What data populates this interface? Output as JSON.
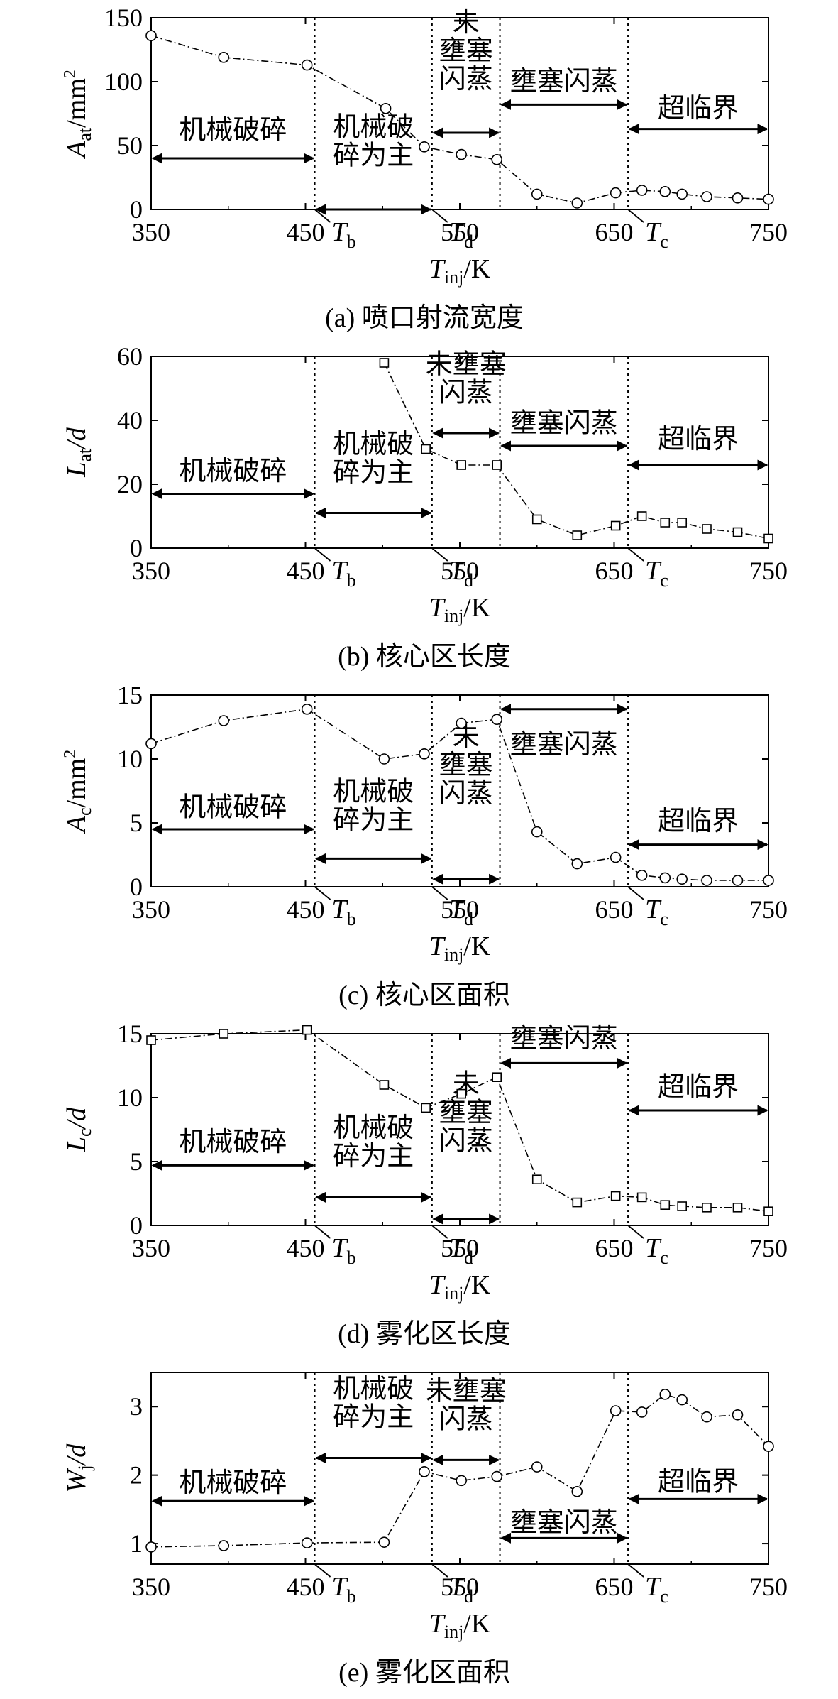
{
  "chart_data": [
    {
      "panel": "a",
      "type": "line",
      "caption": "(a) 喷口射流宽度",
      "ylabel_main": "A",
      "ylabel_sub": "at",
      "ylabel_unit": "/mm",
      "ylabel_sup": "2",
      "xlabel_main": "T",
      "xlabel_sub": "inj",
      "xlabel_unit": "/K",
      "xlim": [
        350,
        750
      ],
      "ylim": [
        0,
        150
      ],
      "xticks": [
        "350",
        "450",
        "550",
        "650",
        "750"
      ],
      "yticks": [
        "0",
        "50",
        "100",
        "150"
      ],
      "marker": "circle",
      "series": [
        {
          "x": [
            350,
            397,
            451,
            502,
            527,
            551,
            574,
            600,
            626,
            651,
            668,
            683,
            694,
            710,
            730,
            750
          ],
          "y": [
            136,
            119,
            113,
            79,
            49,
            43,
            39,
            12,
            5,
            13,
            15,
            14,
            12,
            10,
            9,
            8
          ]
        }
      ],
      "regions": [
        {
          "text": "机械破碎",
          "lines": [
            "机械破碎"
          ],
          "from": 350,
          "to": 456,
          "arrow_y": 40,
          "text_y": 62
        },
        {
          "text": "机械破碎为主",
          "lines": [
            "机械破",
            "碎为主"
          ],
          "from": 456,
          "to": 532,
          "arrow_y": 0,
          "text_y": 53
        },
        {
          "text": "未壅塞闪蒸",
          "lines": [
            "未",
            "壅塞",
            "闪蒸"
          ],
          "from": 532,
          "to": 576,
          "arrow_y": 60,
          "text_y": 124
        },
        {
          "text": "壅塞闪蒸",
          "lines": [
            "壅塞闪蒸"
          ],
          "from": 576,
          "to": 659,
          "arrow_y": 82,
          "text_y": 100
        },
        {
          "text": "超临界",
          "lines": [
            "超临界"
          ],
          "from": 659,
          "to": 750,
          "arrow_y": 63,
          "text_y": 79
        }
      ],
      "vlines": [
        456,
        532,
        576,
        659
      ],
      "temp_labels": [
        {
          "main": "T",
          "sub": "b",
          "x": 456
        },
        {
          "main": "T",
          "sub": "d",
          "x": 532
        },
        {
          "main": "T",
          "sub": "c",
          "x": 659
        }
      ]
    },
    {
      "panel": "b",
      "type": "line",
      "caption": "(b) 核心区长度",
      "ylabel_main": "L",
      "ylabel_sub": "at",
      "ylabel_unit": "/d",
      "ylabel_sup": "",
      "xlabel_main": "T",
      "xlabel_sub": "inj",
      "xlabel_unit": "/K",
      "xlim": [
        350,
        750
      ],
      "ylim": [
        0,
        60
      ],
      "xticks": [
        "350",
        "450",
        "550",
        "650",
        "750"
      ],
      "yticks": [
        "0",
        "20",
        "40",
        "60"
      ],
      "marker": "square",
      "series": [
        {
          "x": [
            501,
            528,
            551,
            574,
            600,
            626,
            651,
            668,
            683,
            694,
            710,
            730,
            750
          ],
          "y": [
            58,
            31,
            26,
            26,
            9,
            4,
            7,
            10,
            8,
            8,
            6,
            5,
            3
          ]
        }
      ],
      "regions": [
        {
          "text": "机械破碎",
          "lines": [
            "机械破碎"
          ],
          "from": 350,
          "to": 456,
          "arrow_y": 17,
          "text_y": 24
        },
        {
          "text": "机械破碎为主",
          "lines": [
            "机械破",
            "碎为主"
          ],
          "from": 456,
          "to": 532,
          "arrow_y": 11,
          "text_y": 28
        },
        {
          "text": "未壅塞闪蒸",
          "lines": [
            "未壅塞",
            "闪蒸"
          ],
          "from": 532,
          "to": 576,
          "arrow_y": 36,
          "text_y": 53
        },
        {
          "text": "壅塞闪蒸",
          "lines": [
            "壅塞闪蒸"
          ],
          "from": 576,
          "to": 659,
          "arrow_y": 32,
          "text_y": 39
        },
        {
          "text": "超临界",
          "lines": [
            "超临界"
          ],
          "from": 659,
          "to": 750,
          "arrow_y": 26,
          "text_y": 34
        }
      ],
      "vlines": [
        456,
        532,
        576,
        659
      ],
      "temp_labels": [
        {
          "main": "T",
          "sub": "b",
          "x": 456
        },
        {
          "main": "T",
          "sub": "d",
          "x": 532
        },
        {
          "main": "T",
          "sub": "c",
          "x": 659
        }
      ]
    },
    {
      "panel": "c",
      "type": "line",
      "caption": "(c) 核心区面积",
      "ylabel_main": "A",
      "ylabel_sub": "c",
      "ylabel_unit": "/mm",
      "ylabel_sup": "2",
      "xlabel_main": "T",
      "xlabel_sub": "inj",
      "xlabel_unit": "/K",
      "xlim": [
        350,
        750
      ],
      "ylim": [
        0,
        15
      ],
      "xticks": [
        "350",
        "450",
        "550",
        "650",
        "750"
      ],
      "yticks": [
        "0",
        "5",
        "10",
        "15"
      ],
      "marker": "circle",
      "series": [
        {
          "x": [
            350,
            397,
            451,
            501,
            527,
            551,
            574,
            600,
            626,
            651,
            668,
            683,
            694,
            710,
            730,
            750
          ],
          "y": [
            11.2,
            13.0,
            13.9,
            10.0,
            10.4,
            12.8,
            13.1,
            4.3,
            1.8,
            2.3,
            0.9,
            0.7,
            0.6,
            0.5,
            0.5,
            0.5
          ]
        }
      ],
      "regions": [
        {
          "text": "机械破碎",
          "lines": [
            "机械破碎"
          ],
          "from": 350,
          "to": 456,
          "arrow_y": 4.5,
          "text_y": 6.2
        },
        {
          "text": "机械破碎为主",
          "lines": [
            "机械破",
            "碎为主"
          ],
          "from": 456,
          "to": 532,
          "arrow_y": 2.2,
          "text_y": 6.3
        },
        {
          "text": "未壅塞闪蒸",
          "lines": [
            "未",
            "壅塞",
            "闪蒸"
          ],
          "from": 532,
          "to": 576,
          "arrow_y": 0.6,
          "text_y": 9.5
        },
        {
          "text": "壅塞闪蒸",
          "lines": [
            "壅塞闪蒸"
          ],
          "from": 576,
          "to": 659,
          "arrow_y": 13.9,
          "text_y": 11.1
        },
        {
          "text": "超临界",
          "lines": [
            "超临界"
          ],
          "from": 659,
          "to": 750,
          "arrow_y": 3.3,
          "text_y": 5.1
        }
      ],
      "vlines": [
        456,
        532,
        576,
        659
      ],
      "temp_labels": [
        {
          "main": "T",
          "sub": "b",
          "x": 456
        },
        {
          "main": "T",
          "sub": "d",
          "x": 532
        },
        {
          "main": "T",
          "sub": "c",
          "x": 659
        }
      ]
    },
    {
      "panel": "d",
      "type": "line",
      "caption": "(d) 雾化区长度",
      "ylabel_main": "L",
      "ylabel_sub": "c",
      "ylabel_unit": "/d",
      "ylabel_sup": "",
      "xlabel_main": "T",
      "xlabel_sub": "inj",
      "xlabel_unit": "/K",
      "xlim": [
        350,
        750
      ],
      "ylim": [
        0,
        15
      ],
      "xticks": [
        "350",
        "450",
        "550",
        "650",
        "750"
      ],
      "yticks": [
        "0",
        "5",
        "10",
        "15"
      ],
      "marker": "square",
      "series": [
        {
          "x": [
            350,
            397,
            451,
            501,
            528,
            551,
            574,
            600,
            626,
            651,
            668,
            683,
            694,
            710,
            730,
            750
          ],
          "y": [
            14.5,
            15.0,
            15.3,
            11.0,
            9.2,
            10.3,
            11.6,
            3.6,
            1.8,
            2.3,
            2.2,
            1.6,
            1.5,
            1.4,
            1.4,
            1.1
          ]
        }
      ],
      "regions": [
        {
          "text": "机械破碎",
          "lines": [
            "机械破碎"
          ],
          "from": 350,
          "to": 456,
          "arrow_y": 4.7,
          "text_y": 6.5
        },
        {
          "text": "机械破碎为主",
          "lines": [
            "机械破",
            "碎为主"
          ],
          "from": 456,
          "to": 532,
          "arrow_y": 2.2,
          "text_y": 6.5
        },
        {
          "text": "未壅塞闪蒸",
          "lines": [
            "未",
            "壅塞",
            "闪蒸"
          ],
          "from": 532,
          "to": 576,
          "arrow_y": 0.5,
          "text_y": 8.8
        },
        {
          "text": "壅塞闪蒸",
          "lines": [
            "壅塞闪蒸"
          ],
          "from": 576,
          "to": 659,
          "arrow_y": 12.7,
          "text_y": 14.6
        },
        {
          "text": "超临界",
          "lines": [
            "超临界"
          ],
          "from": 659,
          "to": 750,
          "arrow_y": 9.0,
          "text_y": 10.8
        }
      ],
      "vlines": [
        456,
        532,
        576,
        659
      ],
      "temp_labels": [
        {
          "main": "T",
          "sub": "b",
          "x": 456
        },
        {
          "main": "T",
          "sub": "d",
          "x": 532
        },
        {
          "main": "T",
          "sub": "c",
          "x": 659
        }
      ]
    },
    {
      "panel": "e",
      "type": "line",
      "caption": "(e) 雾化区面积",
      "ylabel_main": "W",
      "ylabel_sub": "j",
      "ylabel_unit": "/d",
      "ylabel_sup": "",
      "xlabel_main": "T",
      "xlabel_sub": "inj",
      "xlabel_unit": "/K",
      "xlim": [
        350,
        750
      ],
      "ylim": [
        0.7,
        3.5
      ],
      "xticks": [
        "350",
        "450",
        "550",
        "650",
        "750"
      ],
      "yticks": [
        "1",
        "2",
        "3"
      ],
      "marker": "circle",
      "series": [
        {
          "x": [
            350,
            397,
            451,
            501,
            527,
            551,
            574,
            600,
            626,
            651,
            668,
            683,
            694,
            710,
            730,
            750
          ],
          "y": [
            0.95,
            0.97,
            1.01,
            1.02,
            2.05,
            1.92,
            1.98,
            2.12,
            1.76,
            2.94,
            2.92,
            3.18,
            3.1,
            2.85,
            2.88,
            2.42
          ]
        }
      ],
      "regions": [
        {
          "text": "机械破碎",
          "lines": [
            "机械破碎"
          ],
          "from": 350,
          "to": 456,
          "arrow_y": 1.62,
          "text_y": 1.88
        },
        {
          "text": "机械破碎为主",
          "lines": [
            "机械破",
            "碎为主"
          ],
          "from": 456,
          "to": 532,
          "arrow_y": 2.25,
          "text_y": 3.05
        },
        {
          "text": "未壅塞闪蒸",
          "lines": [
            "未壅塞",
            "闪蒸"
          ],
          "from": 532,
          "to": 576,
          "arrow_y": 2.22,
          "text_y": 3.02
        },
        {
          "text": "壅塞闪蒸",
          "lines": [
            "壅塞闪蒸"
          ],
          "from": 576,
          "to": 659,
          "arrow_y": 1.08,
          "text_y": 1.3
        },
        {
          "text": "超临界",
          "lines": [
            "超临界"
          ],
          "from": 659,
          "to": 750,
          "arrow_y": 1.65,
          "text_y": 1.9
        }
      ],
      "vlines": [
        456,
        532,
        576,
        659
      ],
      "temp_labels": [
        {
          "main": "T",
          "sub": "b",
          "x": 456
        },
        {
          "main": "T",
          "sub": "d",
          "x": 532
        },
        {
          "main": "T",
          "sub": "c",
          "x": 659
        }
      ]
    }
  ]
}
